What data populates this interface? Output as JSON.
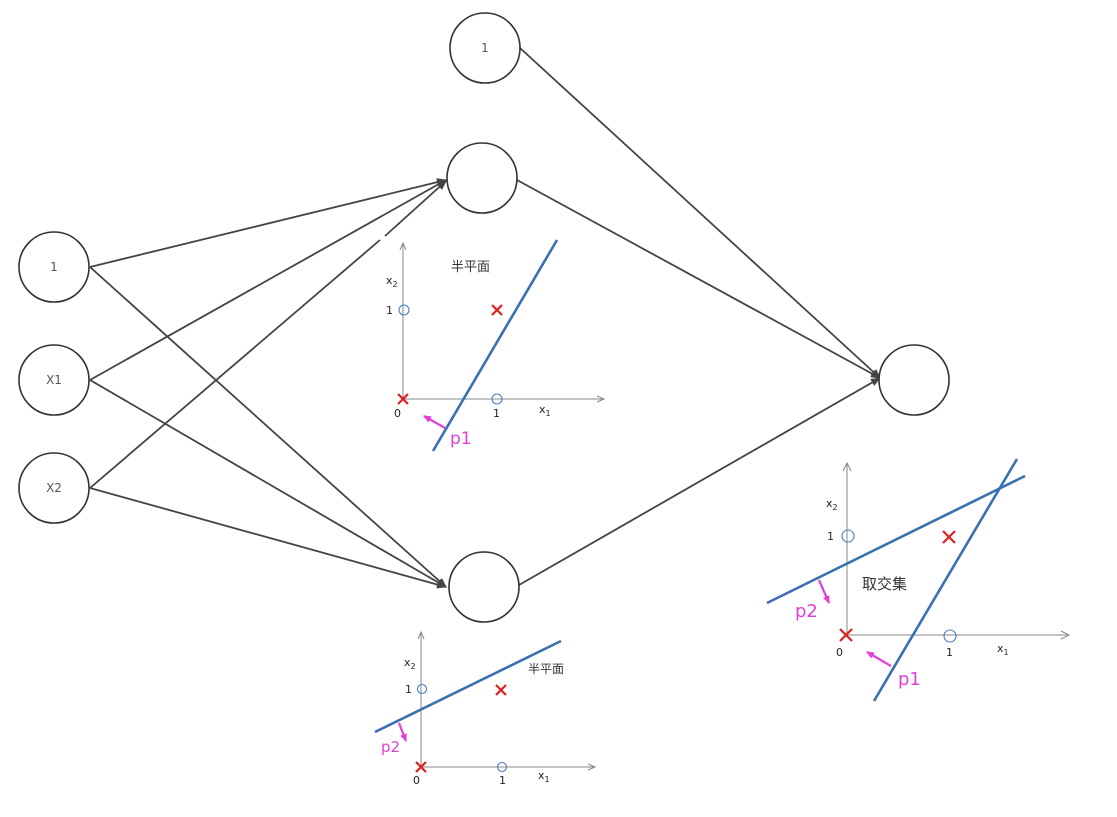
{
  "network": {
    "inputs": [
      {
        "id": "in-bias",
        "label": "1"
      },
      {
        "id": "in-x1",
        "label": "X1"
      },
      {
        "id": "in-x2",
        "label": "X2"
      }
    ],
    "hidden": [
      {
        "id": "h-bias",
        "label": "1"
      },
      {
        "id": "h-top",
        "label": ""
      },
      {
        "id": "h-bottom",
        "label": ""
      }
    ],
    "output": {
      "id": "out",
      "label": ""
    }
  },
  "plots": {
    "p1": {
      "title": "半平面",
      "xlabel": "x",
      "xsub": "1",
      "ylabel": "x",
      "ysub": "2",
      "origin": "0",
      "xtick": "1",
      "ytick": "1",
      "line_label": "p1"
    },
    "p2": {
      "title": "半平面",
      "xlabel": "x",
      "xsub": "1",
      "ylabel": "x",
      "ysub": "2",
      "origin": "0",
      "xtick": "1",
      "ytick": "1",
      "line_label": "p2"
    },
    "combined": {
      "title": "取交集",
      "xlabel": "x",
      "xsub": "1",
      "ylabel": "x",
      "ysub": "2",
      "origin": "0",
      "xtick": "1",
      "ytick": "1",
      "line_label_1": "p1",
      "line_label_2": "p2"
    }
  },
  "colors": {
    "boundary_line": "#3a6fb0",
    "cross_marker": "#e02020",
    "circle_marker": "#4a7cc0",
    "normal_arrow": "#e040d8"
  }
}
